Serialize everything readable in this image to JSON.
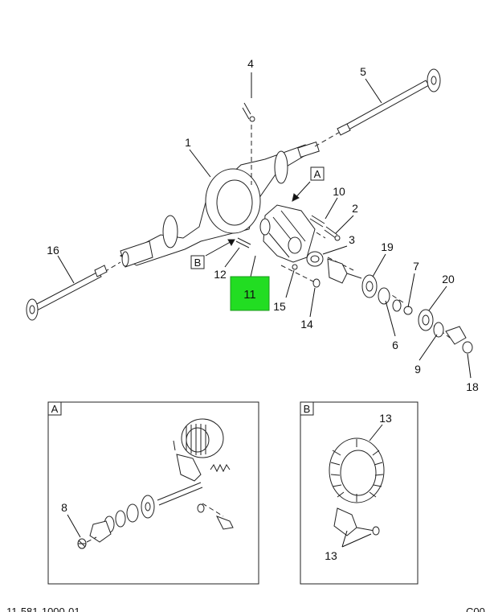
{
  "highlight_color": "#22dd22",
  "callouts": {
    "c1": "1",
    "c2": "2",
    "c3": "3",
    "c4": "4",
    "c5": "5",
    "c7": "7",
    "c9": "9",
    "c10": "10",
    "c11": "11",
    "c12": "12",
    "c14": "14",
    "c15": "15",
    "c16": "16",
    "c18": "18",
    "c19": "19",
    "c20": "20",
    "c6": "6"
  },
  "view_refs": {
    "a": "A",
    "b": "B"
  },
  "inset_a": {
    "label": "A",
    "c8": "8"
  },
  "inset_b": {
    "label": "B",
    "c13_top": "13",
    "c13_bottom": "13"
  },
  "footer": {
    "left": "11-581-1000-01",
    "right": "C00"
  }
}
